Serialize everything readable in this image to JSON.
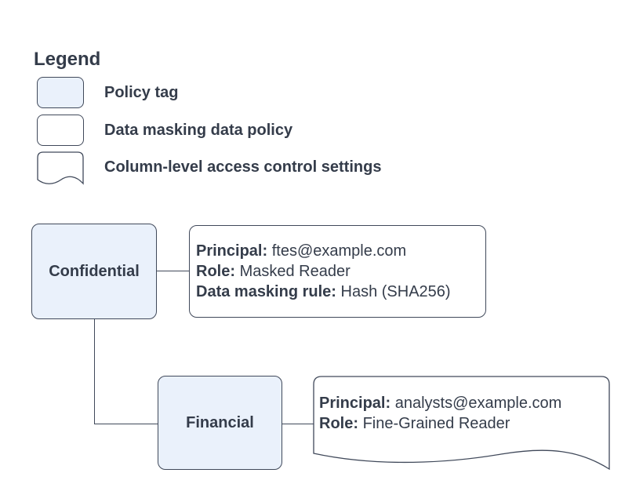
{
  "colors": {
    "node-fill": "#eaf1fb",
    "stroke": "#40495a",
    "text": "#343c4a",
    "bg": "#ffffff"
  },
  "legend": {
    "title": "Legend",
    "items": [
      {
        "swatch": "policy-tag-swatch",
        "label": "Policy tag"
      },
      {
        "swatch": "data-masking-policy-swatch",
        "label": "Data masking data policy"
      },
      {
        "swatch": "document-shape-swatch",
        "label": "Column-level access control settings"
      }
    ]
  },
  "diagram": {
    "confidential": {
      "label": "Confidential"
    },
    "confidential_policy": {
      "lines": [
        {
          "label": "Principal:",
          "value": "ftes@example.com"
        },
        {
          "label": "Role:",
          "value": "Masked Reader"
        },
        {
          "label": "Data masking rule:",
          "value": "Hash (SHA256)"
        }
      ]
    },
    "financial": {
      "label": "Financial"
    },
    "financial_access": {
      "lines": [
        {
          "label": "Principal:",
          "value": "analysts@example.com"
        },
        {
          "label": "Role:",
          "value": "Fine-Grained Reader"
        }
      ]
    }
  }
}
